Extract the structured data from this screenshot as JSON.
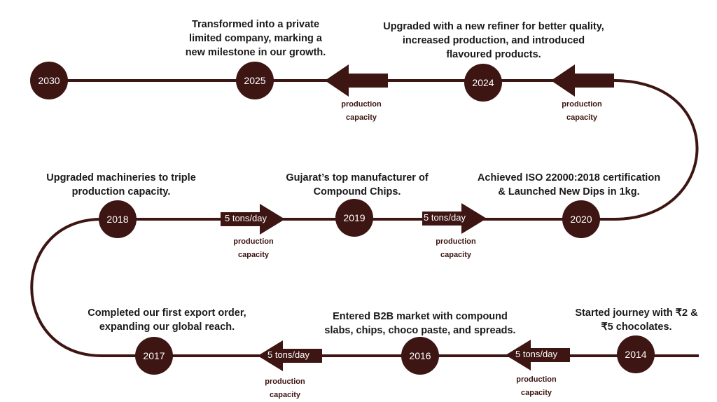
{
  "colors": {
    "primary": "#3d1512",
    "text": "#1a1a1a",
    "background": "#ffffff"
  },
  "nodes": {
    "y2030": "2030",
    "y2025": "2025",
    "y2024": "2024",
    "y2018": "2018",
    "y2019": "2019",
    "y2020": "2020",
    "y2017": "2017",
    "y2016": "2016",
    "y2014": "2014"
  },
  "milestones": {
    "m2025": {
      "line1": "Transformed into a private",
      "line2": "limited company, marking a",
      "line3": "new milestone in our growth."
    },
    "m2024": {
      "line1": "Upgraded with a new refiner for better quality,",
      "line2": "increased production, and introduced",
      "line3": "flavoured products."
    },
    "m2018": {
      "line1": "Upgraded  machineries to triple",
      "line2": "production capacity."
    },
    "m2019": {
      "line1": "Gujarat’s top manufacturer of",
      "line2": "Compound Chips."
    },
    "m2020": {
      "line1": "Achieved ISO 22000:2018 certification",
      "line2": "& Launched New Dips in 1kg."
    },
    "m2017": {
      "line1": "Completed our first export order,",
      "line2": "expanding our global reach."
    },
    "m2016": {
      "line1": "Entered B2B market with compound",
      "line2": "slabs, chips, choco paste, and spreads."
    },
    "m2014": {
      "line1": "Started journey  with ₹2 &",
      "line2": "₹5 chocolates."
    }
  },
  "arrows": {
    "a2025_2030": "",
    "a2024_2025": "",
    "a2018_2019": "5 tons/day",
    "a2019_2020": "5 tons/day",
    "a2016_2017": "5 tons/day",
    "a2014_2016": "5 tons/day"
  },
  "capacity_label": {
    "line1": "production",
    "line2": "capacity"
  }
}
